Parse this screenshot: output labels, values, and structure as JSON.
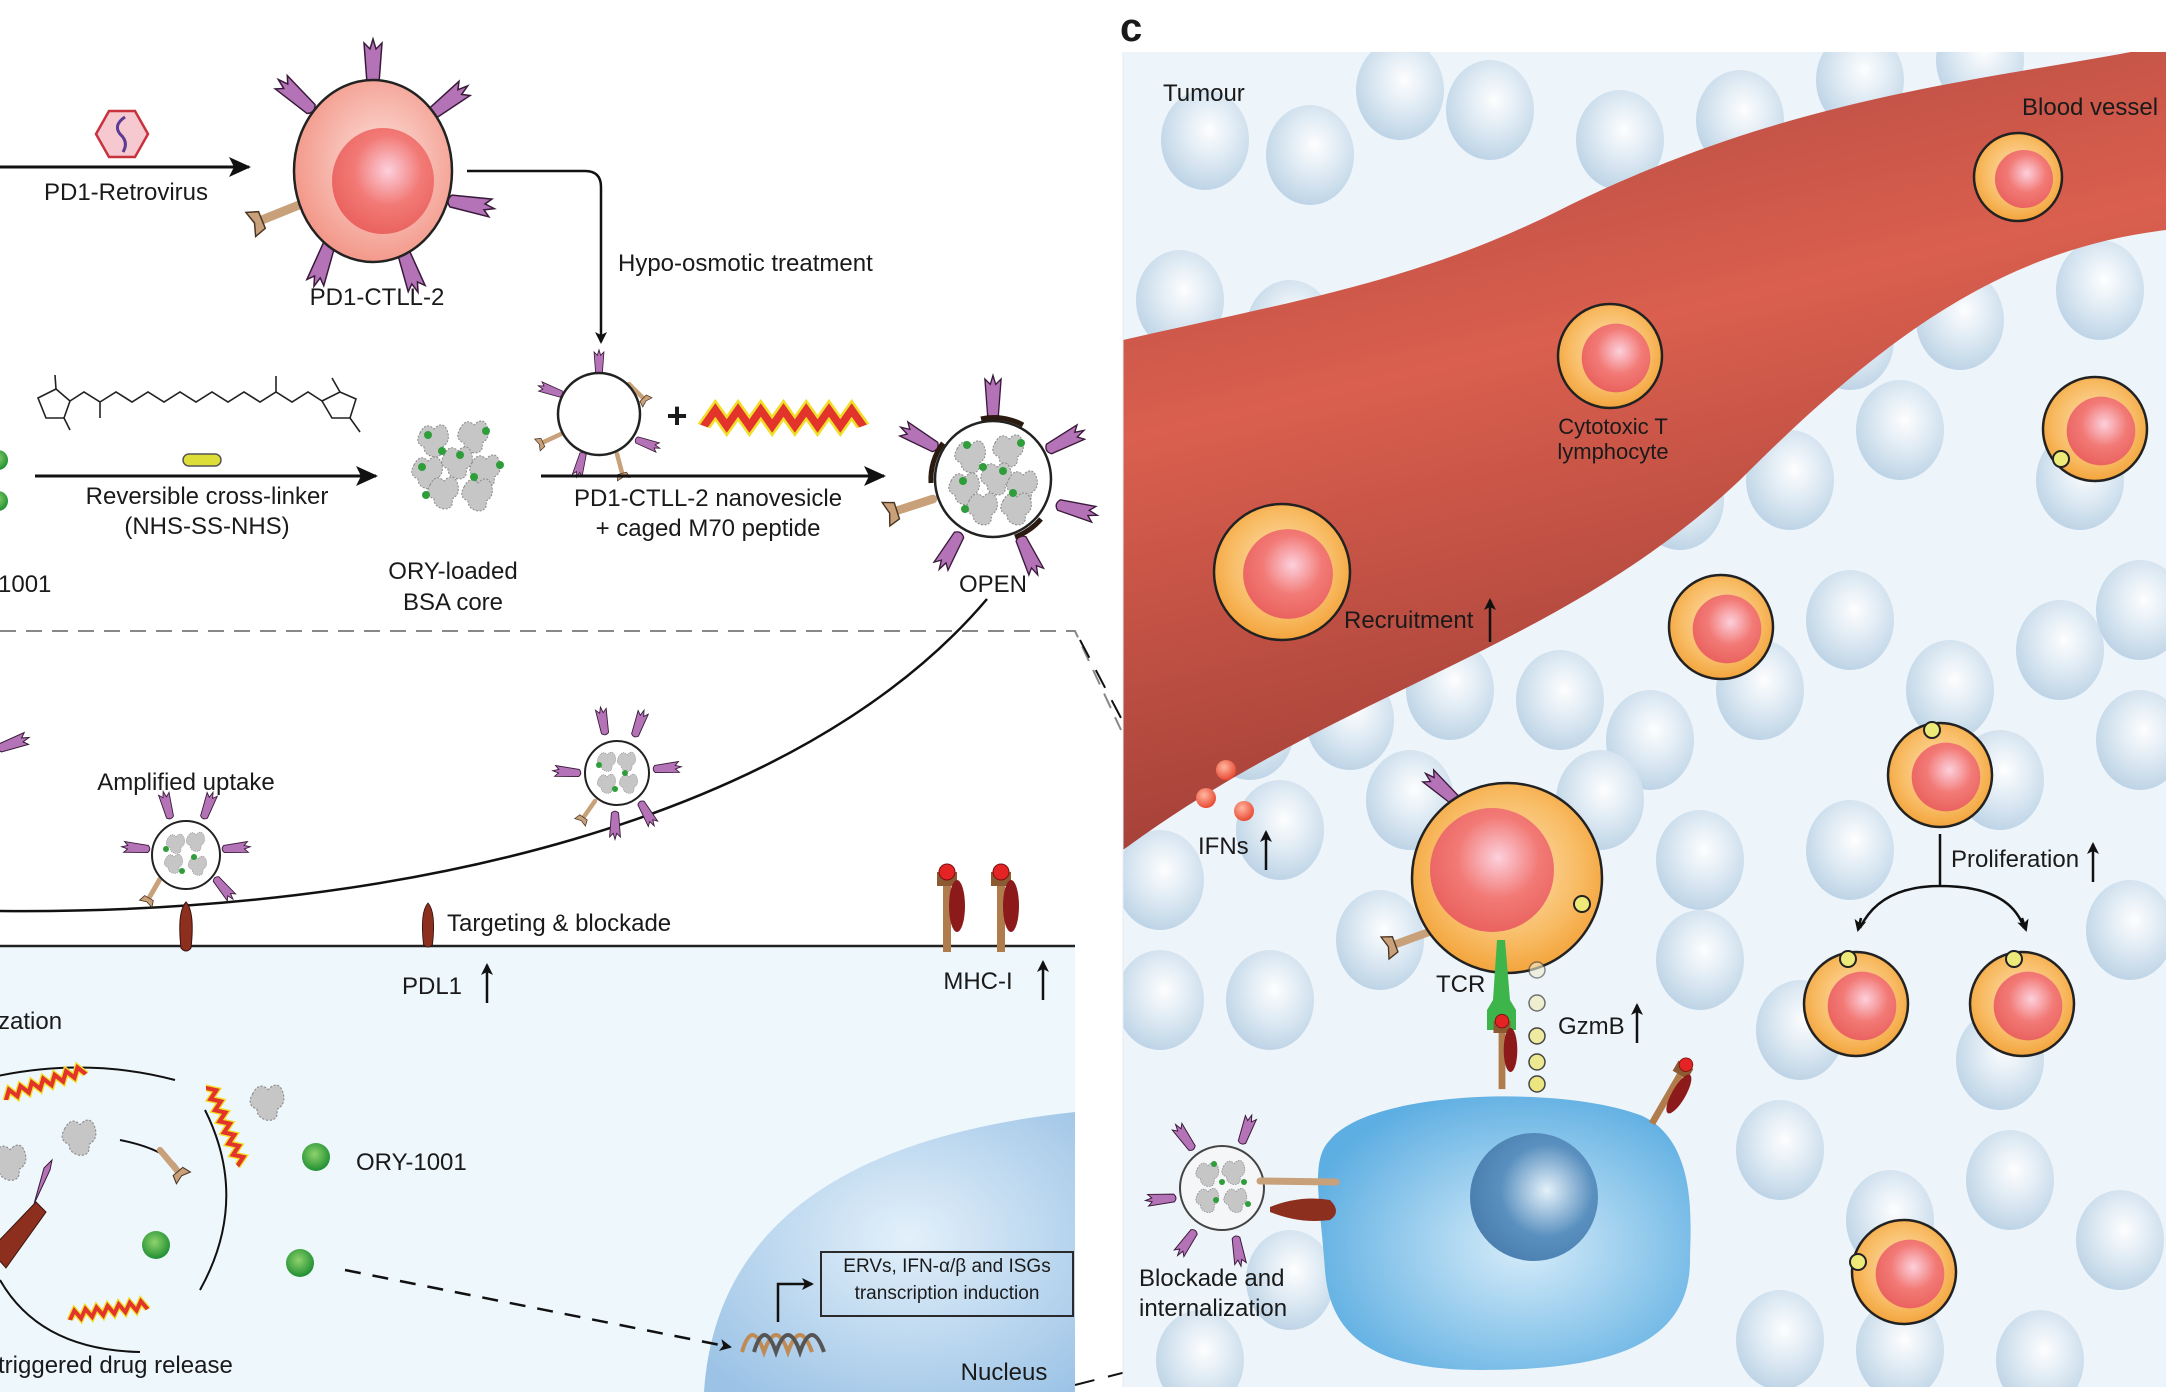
{
  "panel_letter": "c",
  "left_panel": {
    "synthesis": {
      "retrovirus_label": "PD1-Retrovirus",
      "cell_label": "PD1-CTLL-2",
      "hypo_osmotic_label": "Hypo-osmotic treatment",
      "crosslinker_label_1": "Reversible cross-linker",
      "crosslinker_label_2": "(NHS-SS-NHS)",
      "drug_label_partial": "1001",
      "core_label_1": "ORY-loaded",
      "core_label_2": "BSA core",
      "nanovesicle_label_1": "PD1-CTLL-2 nanovesicle",
      "nanovesicle_label_2": "+ caged M70 peptide",
      "plus_sign": "+",
      "product_label": "OPEN"
    },
    "cell_surface": {
      "amplified_uptake_label": "Amplified uptake",
      "targeting_label": "Targeting & blockade",
      "pdl1_label": "PDL1",
      "pdl1_trend": "up",
      "mhc_label": "MHC-I",
      "mhc_trend": "up",
      "internalization_label_partial": "zation",
      "ory_label": "ORY-1001",
      "drug_release_label_partial": "triggered drug release",
      "transcription_box_line1": "ERVs, IFN-α/β and ISGs",
      "transcription_box_line2": "transcription induction",
      "nucleus_label": "Nucleus"
    }
  },
  "panel_c": {
    "tumour_label": "Tumour",
    "blood_vessel_label": "Blood vessel",
    "ctl_label_1": "Cytotoxic T",
    "ctl_label_2": "lymphocyte",
    "recruitment_label": "Recruitment",
    "recruitment_trend": "up",
    "ifns_label": "IFNs",
    "ifns_trend": "up",
    "tcr_label": "TCR",
    "gzmb_label": "GzmB",
    "gzmb_trend": "up",
    "proliferation_label": "Proliferation",
    "proliferation_trend": "up",
    "blockade_label_1": "Blockade and",
    "blockade_label_2": "internalization"
  },
  "colors": {
    "t_cell_outer": "#f6b24f",
    "t_cell_nucleus": "#ee6f6a",
    "blood_vessel": "#c9574a",
    "tumour_bg": "#eaf3f9",
    "tumour_cell": "#c9dcea",
    "target_cell": "#6cb4e4",
    "pd1_receptor": "#b271b3",
    "ory_drug": "#2f9e3a",
    "ifn": "#ef5a45",
    "granzyme": "#e9e37a",
    "tcr": "#3db54a",
    "retrovirus": "#c8323c"
  }
}
